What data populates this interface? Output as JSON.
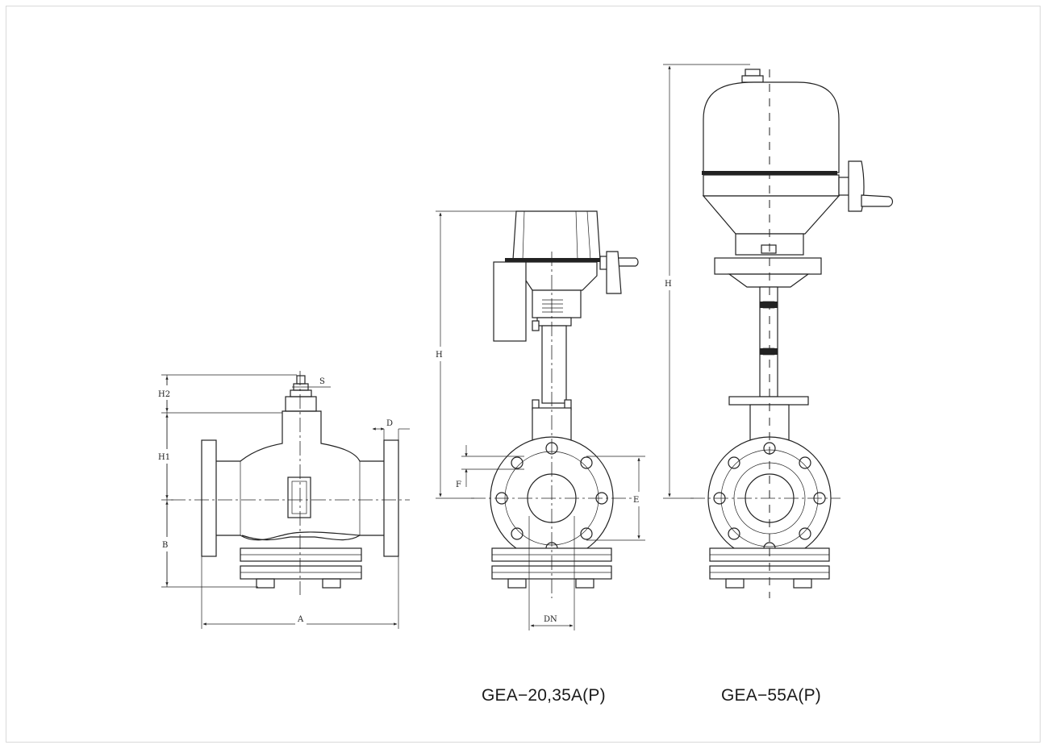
{
  "figure": {
    "labels": {
      "h2": "H2",
      "s": "S",
      "h1": "H1",
      "d": "D",
      "b": "B",
      "a": "A",
      "h_left": "H",
      "f": "F",
      "e": "E",
      "dn": "DN",
      "h_right": "H"
    },
    "captions": {
      "model_1": "GEA−20,35A(P)",
      "model_2": "GEA−55A(P)"
    }
  }
}
